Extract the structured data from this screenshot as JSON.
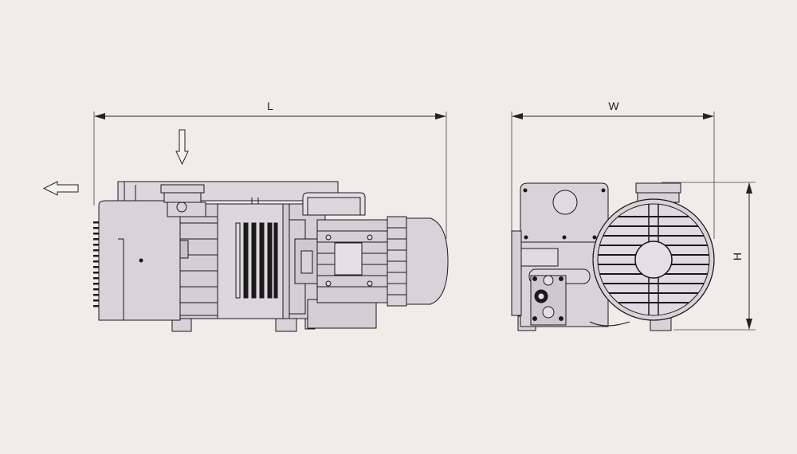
{
  "dimensions": {
    "length_label": "L",
    "width_label": "W",
    "height_label": "H"
  },
  "colors": {
    "background": "#efecea",
    "body_fill": "#d8d3d8",
    "body_fill_light": "#e4dfe4",
    "outline": "#1a1a1a",
    "dimension_line": "#222222"
  },
  "views": [
    {
      "id": "side-view",
      "flow": [
        "inlet-arrow-down",
        "exhaust-arrow-left"
      ]
    },
    {
      "id": "end-view"
    }
  ]
}
